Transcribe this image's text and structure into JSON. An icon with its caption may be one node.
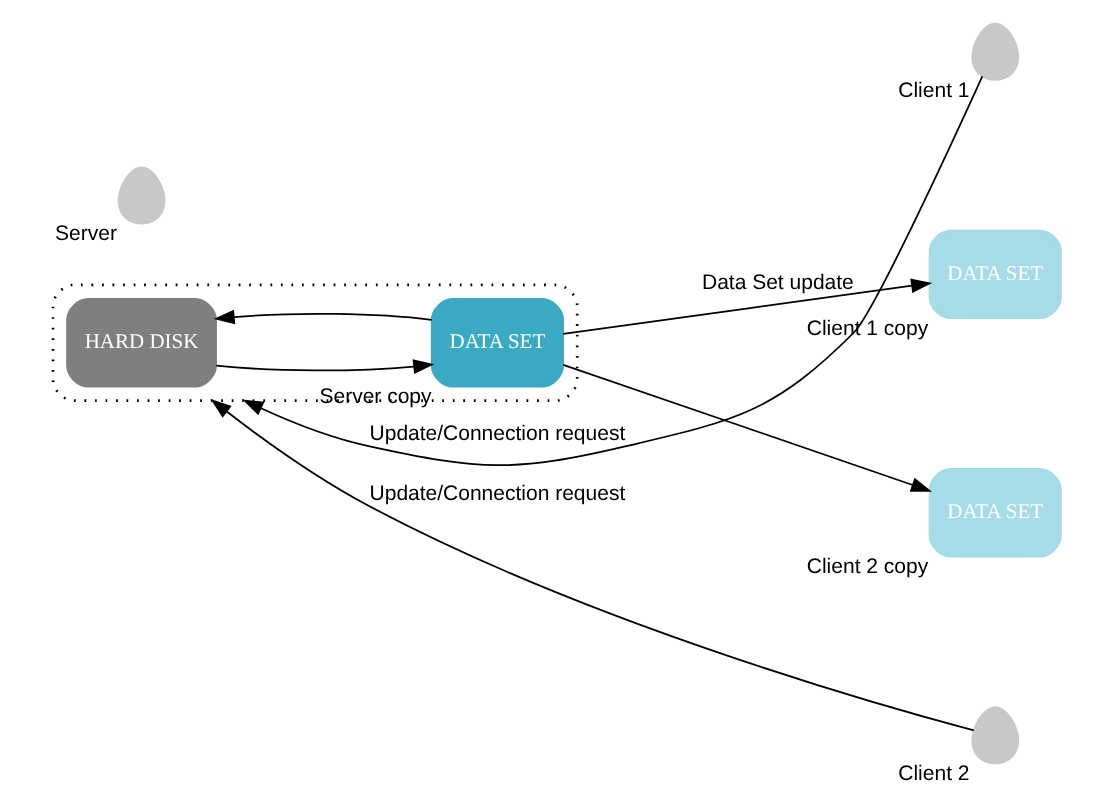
{
  "diagram": {
    "nodes": [
      {
        "text": [],
        "shape": "box"
      },
      {
        "text": [
          "HARD DISK"
        ],
        "in": 0
      },
      {
        "text": [
          "DATA SET"
        ],
        "in": 0,
        "beside": [
          "Server copy"
        ]
      },
      {
        "text": [],
        "shape": "person",
        "beside": [
          "Server"
        ]
      },
      {
        "text": [],
        "shape": "person",
        "beside": [
          "Client 1"
        ]
      },
      {
        "text": [
          "DATA SET"
        ],
        "beside": [
          "Client 1 copy"
        ]
      },
      {
        "text": [
          "DATA SET"
        ],
        "beside": [
          "Client 2 copy"
        ]
      },
      {
        "text": [],
        "shape": "person",
        "beside": [
          "Client 2"
        ]
      }
    ],
    "edges": [
      {
        "from": 2,
        "to": 1,
        "arrow": "to"
      },
      {
        "from": 1,
        "to": 2,
        "arrow": "to"
      },
      {
        "from": 4,
        "to": 0,
        "arrow": "to",
        "label": "Update/Connection request"
      },
      {
        "from": 2,
        "to": 5,
        "arrow": "to",
        "label": "Data Set update"
      },
      {
        "from": 2,
        "to": 6,
        "arrow": "to"
      },
      {
        "from": 7,
        "to": 0,
        "arrow": "to",
        "label": "Update/Connection request"
      }
    ]
  }
}
